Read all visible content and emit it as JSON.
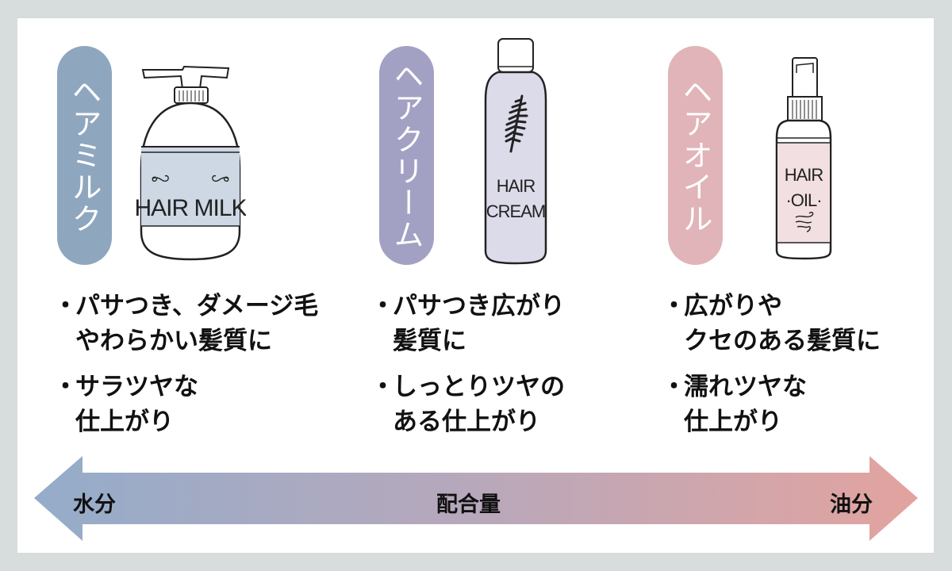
{
  "colors": {
    "outer_border": "#d6dddc",
    "panel": "#ffffff",
    "milk": "#8fa6bf",
    "cream": "#a3a1c3",
    "oil": "#e0b4b8",
    "milk_label": "#cdd8e4",
    "cream_label": "#dcdbea",
    "oil_label": "#f2dfe1",
    "arrow_left": "#94acca",
    "arrow_mid": "#b6a8bd",
    "arrow_right": "#e3a39f"
  },
  "products": [
    {
      "name": "ヘアミルク",
      "bottle_label": "HAIR MILK",
      "bullets": [
        {
          "text": "パサつき、ダメージ毛\nやわらかい髪質に"
        },
        {
          "text": "サラツヤな\n仕上がり"
        }
      ]
    },
    {
      "name": "ヘアクリーム",
      "bottle_label_line1": "HAIR",
      "bottle_label_line2": "CREAM",
      "bullets": [
        {
          "text": "パサつき広がり\n髪質に"
        },
        {
          "text": "しっとりツヤの\nある仕上がり"
        }
      ]
    },
    {
      "name": "ヘアオイル",
      "bottle_label_line1": "HAIR",
      "bottle_label_line2": "·OIL·",
      "bullets": [
        {
          "text": "広がりや\nクセのある髪質に"
        },
        {
          "text": "濡れツヤな\n仕上がり"
        }
      ]
    }
  ],
  "bullet_symbol": "・",
  "scale": {
    "left_label": "水分",
    "center_label": "配合量",
    "right_label": "油分"
  }
}
